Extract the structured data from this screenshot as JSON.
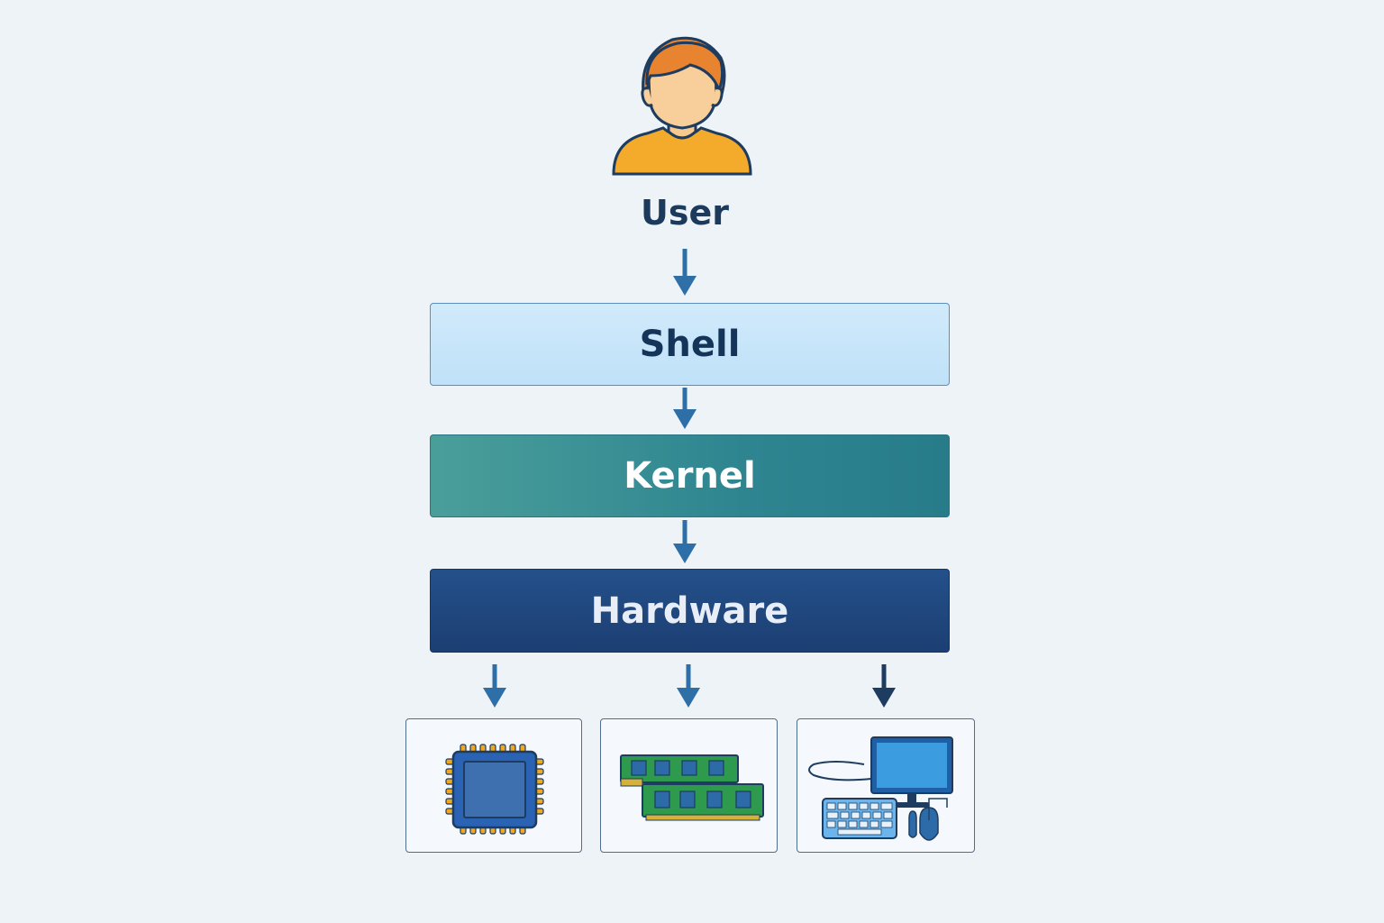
{
  "diagram": {
    "user": {
      "label": "User",
      "icon": "user-avatar-icon"
    },
    "layers": [
      {
        "id": "shell",
        "label": "Shell"
      },
      {
        "id": "kernel",
        "label": "Kernel"
      },
      {
        "id": "hardware",
        "label": "Hardware"
      }
    ],
    "devices": [
      {
        "id": "cpu",
        "icon": "cpu-chip-icon"
      },
      {
        "id": "memory",
        "icon": "ram-modules-icon"
      },
      {
        "id": "peripherals",
        "icon": "computer-peripherals-icon"
      }
    ],
    "colors": {
      "background": "#eef3f8",
      "shell": "#c6e4f9",
      "kernel": "#33898f",
      "hardware": "#1f467d",
      "arrow": "#2f6fa8",
      "text_dark": "#1b3a5c"
    }
  }
}
